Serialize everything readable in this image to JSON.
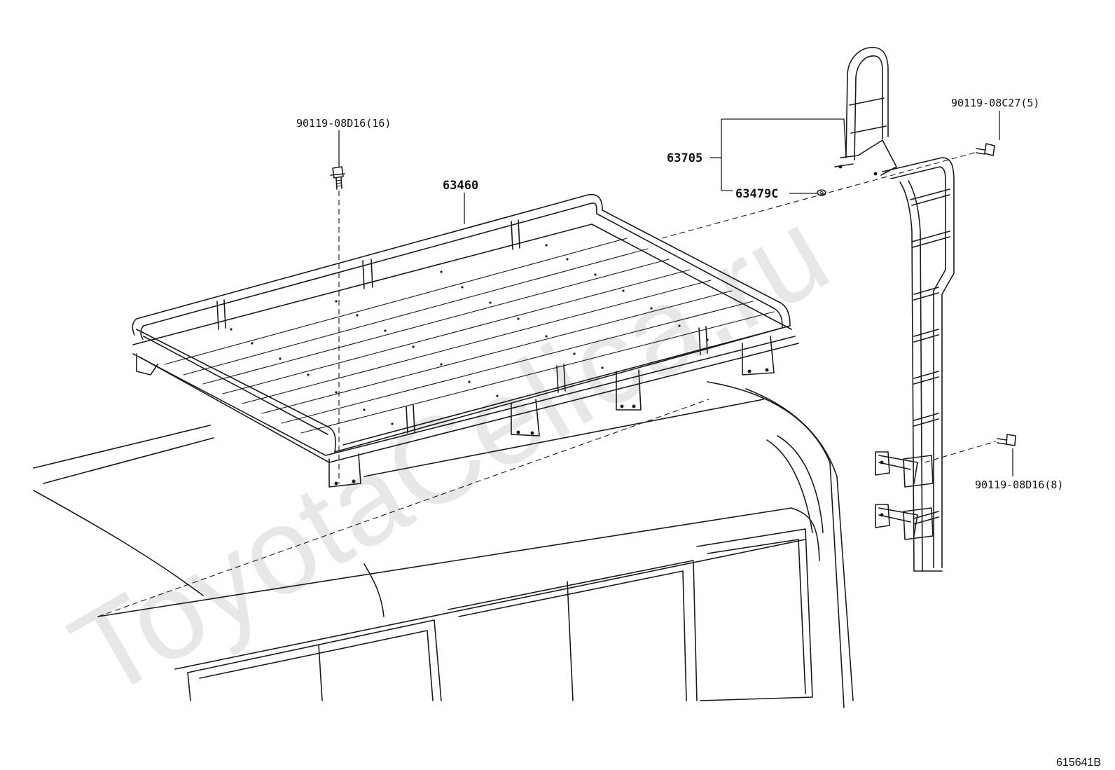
{
  "diagram": {
    "watermark": "ToyotaCelica.ru",
    "reference_code": "615641B",
    "colors": {
      "line": "#1a1a1a",
      "watermark": "#e7e7e7",
      "background": "#ffffff"
    },
    "callouts": [
      {
        "id": "bolt-roof",
        "text": "90119-08D16(16)"
      },
      {
        "id": "rack",
        "text": "63460"
      },
      {
        "id": "ladder",
        "text": "63705"
      },
      {
        "id": "washer",
        "text": "63479C"
      },
      {
        "id": "bolt-ladder-top",
        "text": "90119-08C27(5)"
      },
      {
        "id": "bolt-ladder-bottom",
        "text": "90119-08D16(8)"
      }
    ]
  }
}
